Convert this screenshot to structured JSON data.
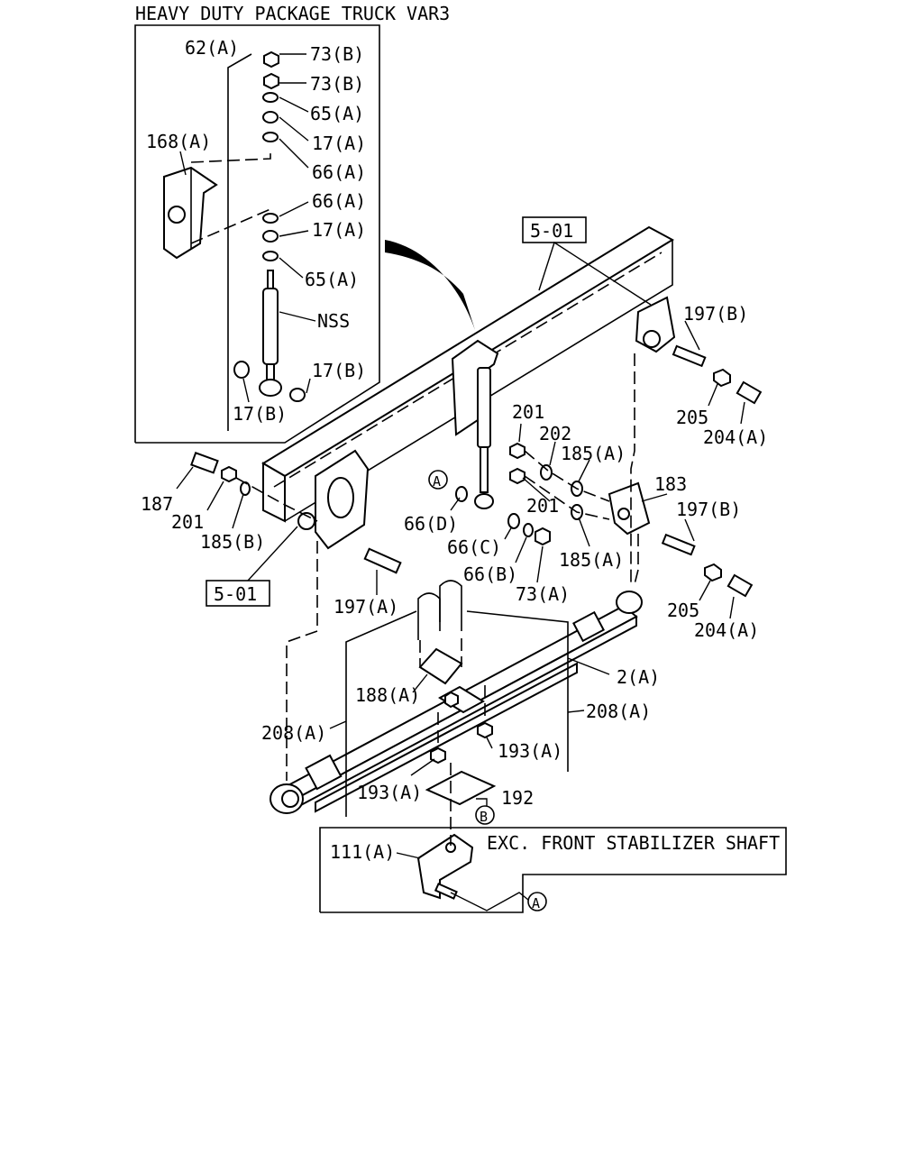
{
  "title": "HEAVY DUTY PACKAGE TRUCK VAR3",
  "ref_boxes": {
    "top": "5-01",
    "left": "5-01"
  },
  "note_box": "EXC. FRONT STABILIZER SHAFT",
  "circle_refs": {
    "a": "A",
    "b": "B"
  },
  "labels": {
    "l_62A": "62(A)",
    "l_73B_1": "73(B)",
    "l_73B_2": "73(B)",
    "l_65A_1": "65(A)",
    "l_17A_1": "17(A)",
    "l_168A": "168(A)",
    "l_66A_1": "66(A)",
    "l_66A_2": "66(A)",
    "l_17A_2": "17(A)",
    "l_65A_2": "65(A)",
    "l_NSS": "NSS",
    "l_17B_1": "17(B)",
    "l_17B_2": "17(B)",
    "l_197B_1": "197(B)",
    "l_205_1": "205",
    "l_204A_1": "204(A)",
    "l_201_1": "201",
    "l_202": "202",
    "l_185A_1": "185(A)",
    "l_183": "183",
    "l_201_2": "201",
    "l_197B_2": "197(B)",
    "l_66D": "66(D)",
    "l_66C": "66(C)",
    "l_66B": "66(B)",
    "l_73A": "73(A)",
    "l_185A_2": "185(A)",
    "l_205_2": "205",
    "l_204A_2": "204(A)",
    "l_187": "187",
    "l_201_3": "201",
    "l_185B": "185(B)",
    "l_197A": "197(A)",
    "l_2A": "2(A)",
    "l_188A": "188(A)",
    "l_208A_1": "208(A)",
    "l_208A_2": "208(A)",
    "l_193A_1": "193(A)",
    "l_193A_2": "193(A)",
    "l_192": "192",
    "l_111A": "111(A)"
  }
}
